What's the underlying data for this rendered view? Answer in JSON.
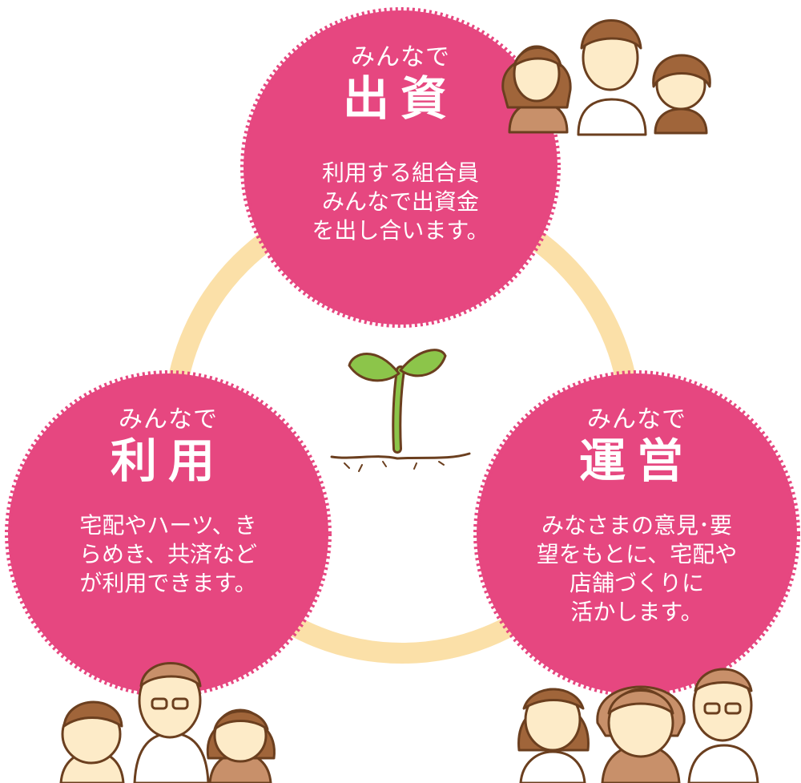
{
  "colors": {
    "circle": "#e64780",
    "ring": "#fbe0a8",
    "sprout_leaf": "#8cc54a",
    "outline": "#6b3f1f",
    "skin": "#fdebc8",
    "hair": "#a0653a"
  },
  "top": {
    "kicker": "みんなで",
    "title": "出資",
    "lines": [
      "利用する組合員",
      "みんなで出資金",
      "を出し合います。"
    ]
  },
  "left": {
    "kicker": "みんなで",
    "title": "利用",
    "lines": [
      "宅配やハーツ、き",
      "らめき、共済など",
      "が利用できます。"
    ]
  },
  "right": {
    "kicker": "みんなで",
    "title": "運営",
    "lines": [
      "みなさまの意見･要",
      "望をもとに、宅配や",
      "店舗づくりに",
      "活かします。"
    ]
  }
}
